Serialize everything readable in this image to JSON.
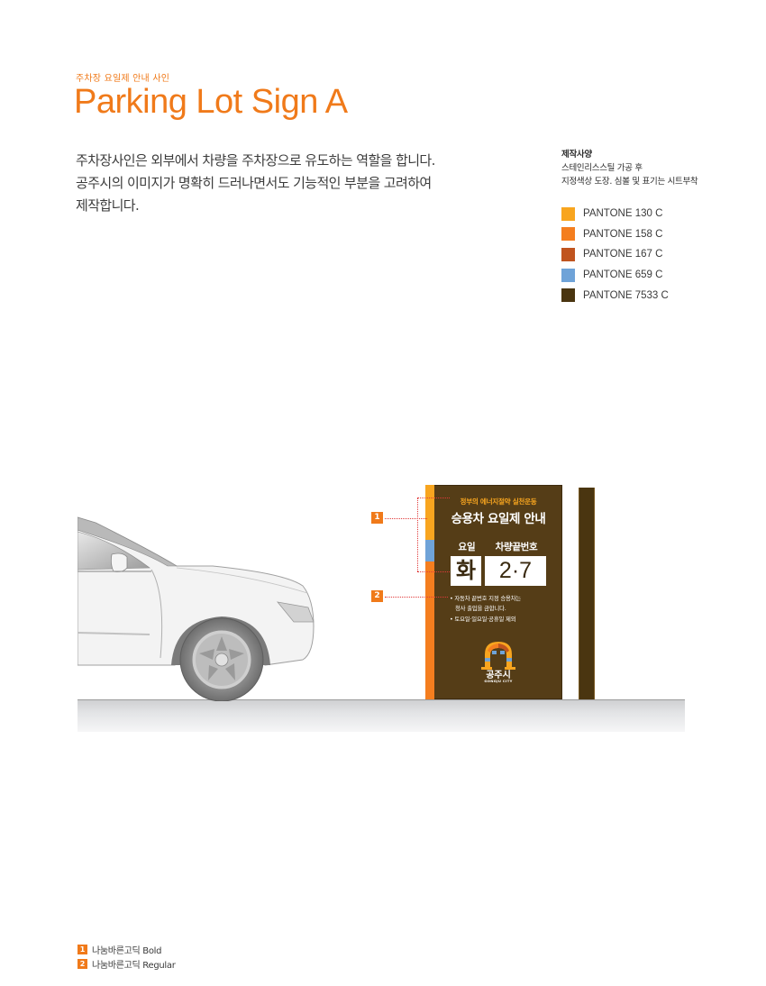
{
  "header": {
    "eyebrow": "주차장 요일제 안내 사인",
    "title": "Parking Lot Sign A"
  },
  "intro": {
    "lines": [
      "주차장사인은 외부에서 차량을 주차장으로 유도하는 역할을 합니다.",
      "공주시의 이미지가 명확히 드러나면서도 기능적인 부분을 고려하여",
      "제작합니다."
    ]
  },
  "spec": {
    "title": "제작사양",
    "lines": [
      "스테인리스스틸 가공 후",
      "지정색상 도장. 심볼 및 표기는 시트부착"
    ],
    "swatches": [
      {
        "label": "PANTONE 130 C",
        "color": "#f8a51f"
      },
      {
        "label": "PANTONE 158 C",
        "color": "#f47e1f"
      },
      {
        "label": "PANTONE 167 C",
        "color": "#c0541f"
      },
      {
        "label": "PANTONE 659 C",
        "color": "#6fa3d8"
      },
      {
        "label": "PANTONE 7533 C",
        "color": "#4a3510"
      }
    ]
  },
  "sign": {
    "subtitle": "정부의 에너지절약 실천운동",
    "title": "승용차 요일제 안내",
    "day_label": "요일",
    "plate_label": "차량끝번호",
    "day_value": "화",
    "plate_value": "2·7",
    "notes": [
      "• 자동차 끝번호 지정 승용차는",
      "청사 출입을 금합니다.",
      "• 토요일·일요일·공휴일 제외"
    ],
    "logo_name": "공주시",
    "logo_sub": "GONGJU CITY"
  },
  "callouts": [
    {
      "number": "1"
    },
    {
      "number": "2"
    }
  ],
  "legend": [
    {
      "number": "1",
      "label": "나눔바른고딕 Bold"
    },
    {
      "number": "2",
      "label": "나눔바른고딕 Regular"
    }
  ]
}
